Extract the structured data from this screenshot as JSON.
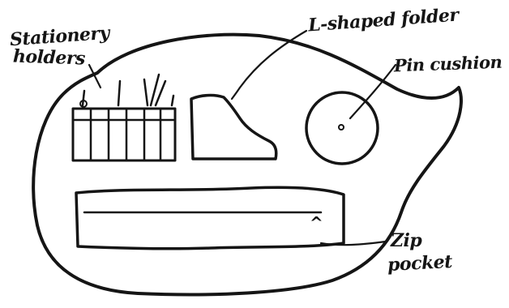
{
  "diagram": {
    "labels": {
      "stationery_line1": "Stationery",
      "stationery_line2": "holders",
      "l_folder": "L-shaped folder",
      "pin_cushion": "Pin cushion",
      "zip_line1": "Zip",
      "zip_line2": "pocket"
    },
    "zip_pull_glyph": "^",
    "colors": {
      "ink": "#151515",
      "paper": "#ffffff"
    }
  }
}
